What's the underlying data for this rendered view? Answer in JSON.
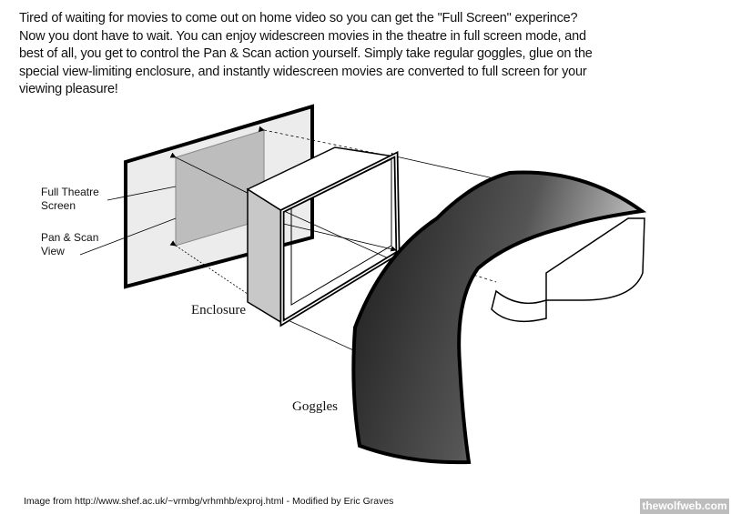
{
  "intro_lines": [
    "Tired of waiting for movies to come out on home video so you can get the \"Full Screen\" experince?",
    "Now you dont have to wait.  You can enjoy widescreen movies in the theatre in full screen mode, and",
    "best of all, you get to control the Pan & Scan action yourself.  Simply take regular goggles, glue on the",
    "special view-limiting enclosure, and instantly widescreen movies are converted to full screen  for your",
    "viewing pleasure!"
  ],
  "labels": {
    "full_theatre_screen": [
      "Full Theatre",
      "Screen"
    ],
    "pan_scan_view": [
      "Pan & Scan",
      "View"
    ],
    "enclosure": "Enclosure",
    "goggles": "Goggles"
  },
  "credit": "Image from http://www.shef.ac.uk/~vrmbg/vrhmhb/exproj.html  - Modified by Eric Graves",
  "watermark": "thewolfweb.com"
}
